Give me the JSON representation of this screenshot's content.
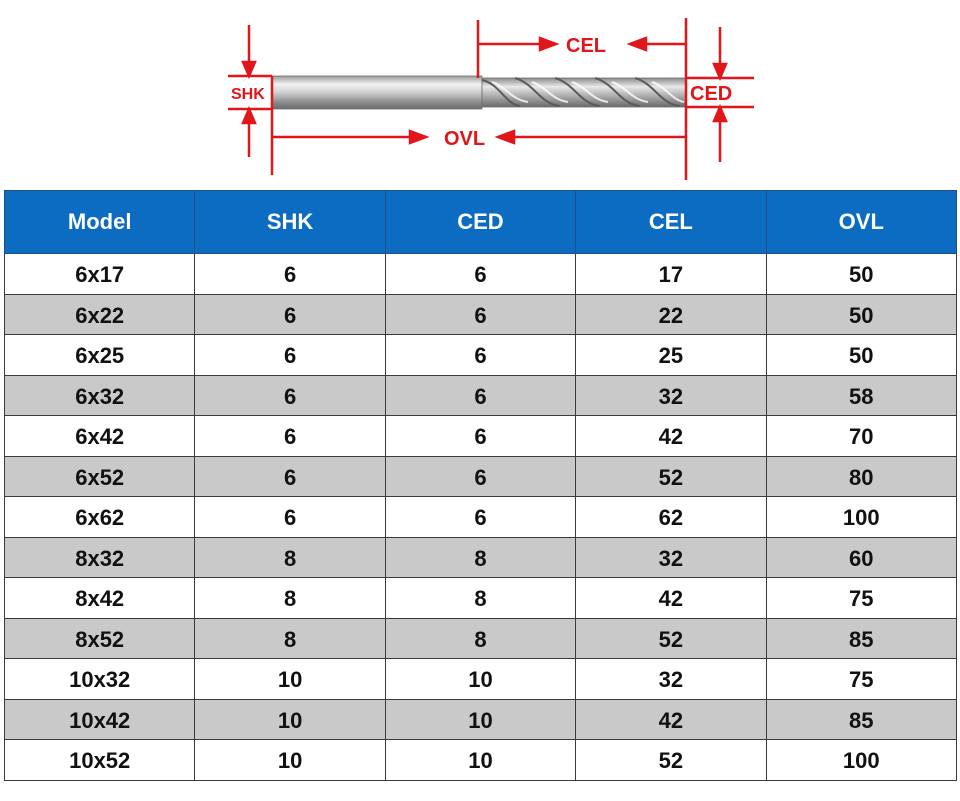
{
  "diagram": {
    "labels": {
      "shk": "SHK",
      "cel": "CEL",
      "ced": "CED",
      "ovl": "OVL"
    },
    "colors": {
      "annotation": "#e0161b",
      "header_bg": "#0b6cc2",
      "row_alt_bg": "#c9c9c9"
    },
    "icon": "end-mill-bit-illustration"
  },
  "table": {
    "headers": [
      "Model",
      "SHK",
      "CED",
      "CEL",
      "OVL"
    ],
    "rows": [
      [
        "6x17",
        "6",
        "6",
        "17",
        "50"
      ],
      [
        "6x22",
        "6",
        "6",
        "22",
        "50"
      ],
      [
        "6x25",
        "6",
        "6",
        "25",
        "50"
      ],
      [
        "6x32",
        "6",
        "6",
        "32",
        "58"
      ],
      [
        "6x42",
        "6",
        "6",
        "42",
        "70"
      ],
      [
        "6x52",
        "6",
        "6",
        "52",
        "80"
      ],
      [
        "6x62",
        "6",
        "6",
        "62",
        "100"
      ],
      [
        "8x32",
        "8",
        "8",
        "32",
        "60"
      ],
      [
        "8x42",
        "8",
        "8",
        "42",
        "75"
      ],
      [
        "8x52",
        "8",
        "8",
        "52",
        "85"
      ],
      [
        "10x32",
        "10",
        "10",
        "32",
        "75"
      ],
      [
        "10x42",
        "10",
        "10",
        "42",
        "85"
      ],
      [
        "10x52",
        "10",
        "10",
        "52",
        "100"
      ]
    ]
  }
}
